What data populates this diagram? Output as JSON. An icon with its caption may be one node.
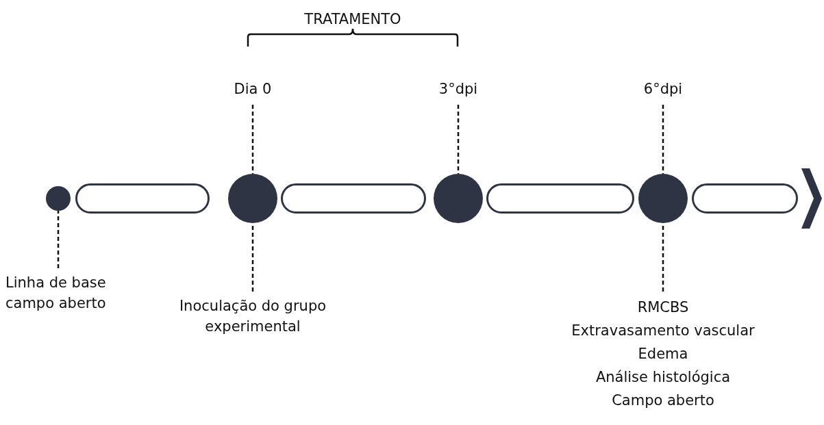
{
  "diagram": {
    "nodes": [
      {
        "text": [
          "Dia 0"
        ]
      },
      {
        "text": [
          "3°dpi"
        ]
      },
      {
        "text": [
          "6°dpi"
        ]
      },
      {
        "text": [],
        "shape": "circle"
      },
      {
        "text": [],
        "shape": "box"
      },
      {
        "text": [],
        "shape": "circle"
      },
      {
        "text": [],
        "shape": "box"
      },
      {
        "text": [],
        "shape": "circle"
      },
      {
        "text": [],
        "shape": "box"
      },
      {
        "text": [],
        "shape": "circle"
      },
      {
        "text": [],
        "shape": "box"
      },
      {
        "text": [],
        "shape": "chevron"
      },
      {
        "text": [
          "Linha de base campo aberto"
        ]
      },
      {
        "text": [
          "Inoculação do grupo experimental"
        ]
      },
      {
        "text": [
          "RMCBS",
          "Extravasamento vascular",
          "Edema",
          "Análise histológica",
          "Campo aberto"
        ]
      }
    ],
    "edges": [
      {
        "from": 0,
        "to": 5,
        "arrow": "none",
        "style": "dashed"
      },
      {
        "from": 1,
        "to": 7,
        "arrow": "none",
        "style": "dashed"
      },
      {
        "from": 2,
        "to": 9,
        "arrow": "none",
        "style": "dashed"
      },
      {
        "from": 12,
        "to": 3,
        "arrow": "none",
        "style": "dashed"
      },
      {
        "from": 13,
        "to": 5,
        "arrow": "none",
        "style": "dashed"
      },
      {
        "from": 14,
        "to": 9,
        "arrow": "none",
        "style": "dashed"
      }
    ],
    "labels": [
      "TRATAMENTO"
    ]
  }
}
